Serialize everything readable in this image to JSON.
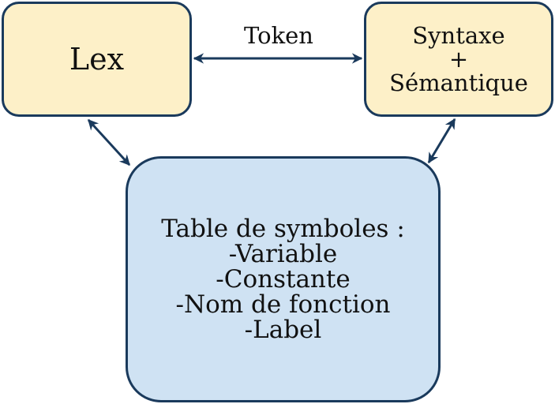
{
  "nodes": {
    "lex": {
      "label": "Lex"
    },
    "syntax": {
      "lines": [
        "Syntaxe",
        "+",
        "Sémantique"
      ]
    },
    "symbol_table": {
      "lines": [
        "Table de symboles :",
        "-Variable",
        "-Constante",
        "-Nom de fonction",
        "-Label"
      ]
    }
  },
  "edges": {
    "lex_syntax": {
      "label": "Token"
    }
  },
  "colors": {
    "stroke": "#1a3a5c",
    "top_box_fill": "#fdf0c8",
    "table_fill": "#cfe2f3"
  }
}
